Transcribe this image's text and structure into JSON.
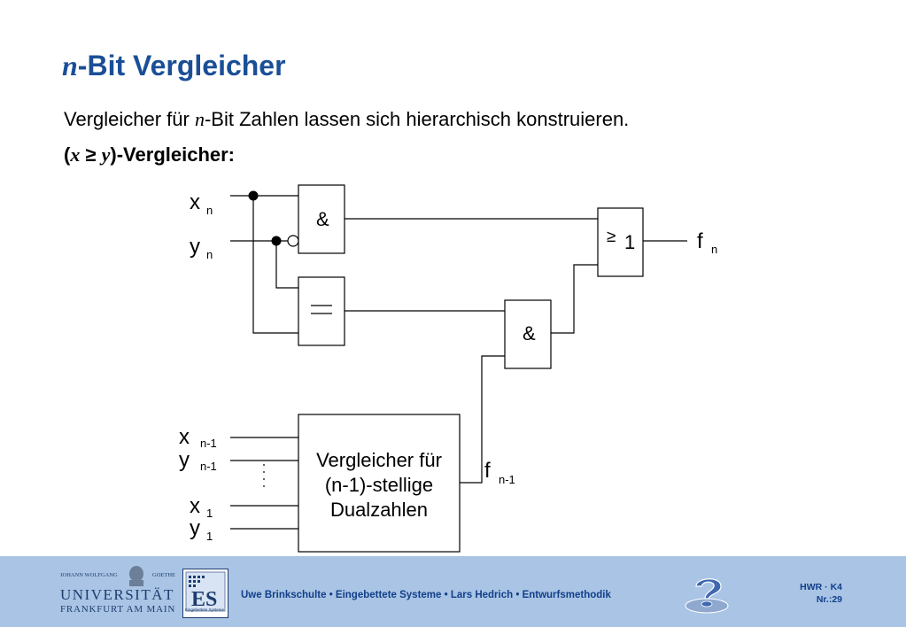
{
  "title": {
    "var": "n",
    "rest": "-Bit Vergleicher"
  },
  "intro": {
    "before": "Vergleicher für ",
    "var": "n",
    "after": "-Bit Zahlen lassen sich hierarchisch konstruieren."
  },
  "subheading": {
    "open": "(",
    "x": "x",
    "op": " ≥ ",
    "y": "y",
    "close": ")-Vergleicher:"
  },
  "circuit": {
    "inputs": {
      "xn": {
        "base": "x",
        "sub": "n"
      },
      "yn": {
        "base": "y",
        "sub": "n"
      },
      "xn1": {
        "base": "x",
        "sub": "n-1"
      },
      "yn1": {
        "base": "y",
        "sub": "n-1"
      },
      "x1": {
        "base": "x",
        "sub": "1"
      },
      "y1": {
        "base": "y",
        "sub": "1"
      }
    },
    "gates": {
      "and1": "&",
      "eq": "=",
      "and2": "&",
      "or_ge": "≥",
      "or_one": "1"
    },
    "sub_comparator": [
      "Vergleicher für",
      "(n-1)-stellige",
      "Dualzahlen"
    ],
    "outputs": {
      "fn": {
        "base": "f",
        "sub": "n"
      },
      "fn1": {
        "base": "f",
        "sub": "n-1"
      }
    }
  },
  "footer": {
    "university": {
      "small_left": "JOHANN WOLFGANG",
      "small_right": "GOETHE",
      "name": "UNIVERSITÄT",
      "city": "FRANKFURT AM MAIN"
    },
    "es_logo_caption": "Eingebettete Systeme",
    "text": "Uwe Brinkschulte • Eingebettete Systeme • Lars Hedrich • Entwurfsmethodik",
    "code_line1": "HWR · K4",
    "code_line2": "Nr.:29"
  },
  "colors": {
    "title": "#1a4f97",
    "footer_bg": "#a9c4e4",
    "footer_text": "#123f8a"
  }
}
